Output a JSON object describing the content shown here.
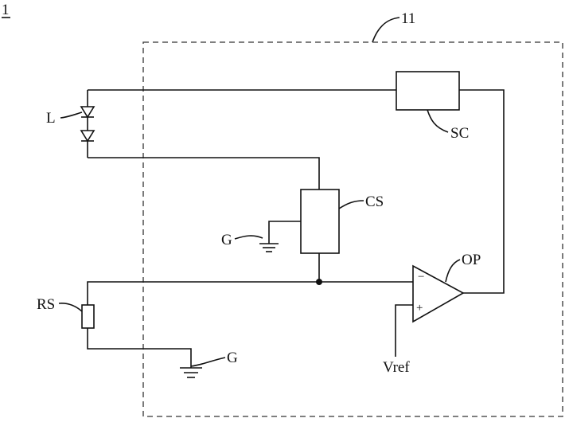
{
  "figure_number": "1",
  "labels": {
    "block": "11",
    "led": "L",
    "switch_circuit": "SC",
    "current_source": "CS",
    "ground_cs": "G",
    "ground_rs": "G",
    "sense_resistor": "RS",
    "op_amp": "OP",
    "reference": "Vref",
    "minus_sign": "−",
    "plus_sign": "+"
  }
}
